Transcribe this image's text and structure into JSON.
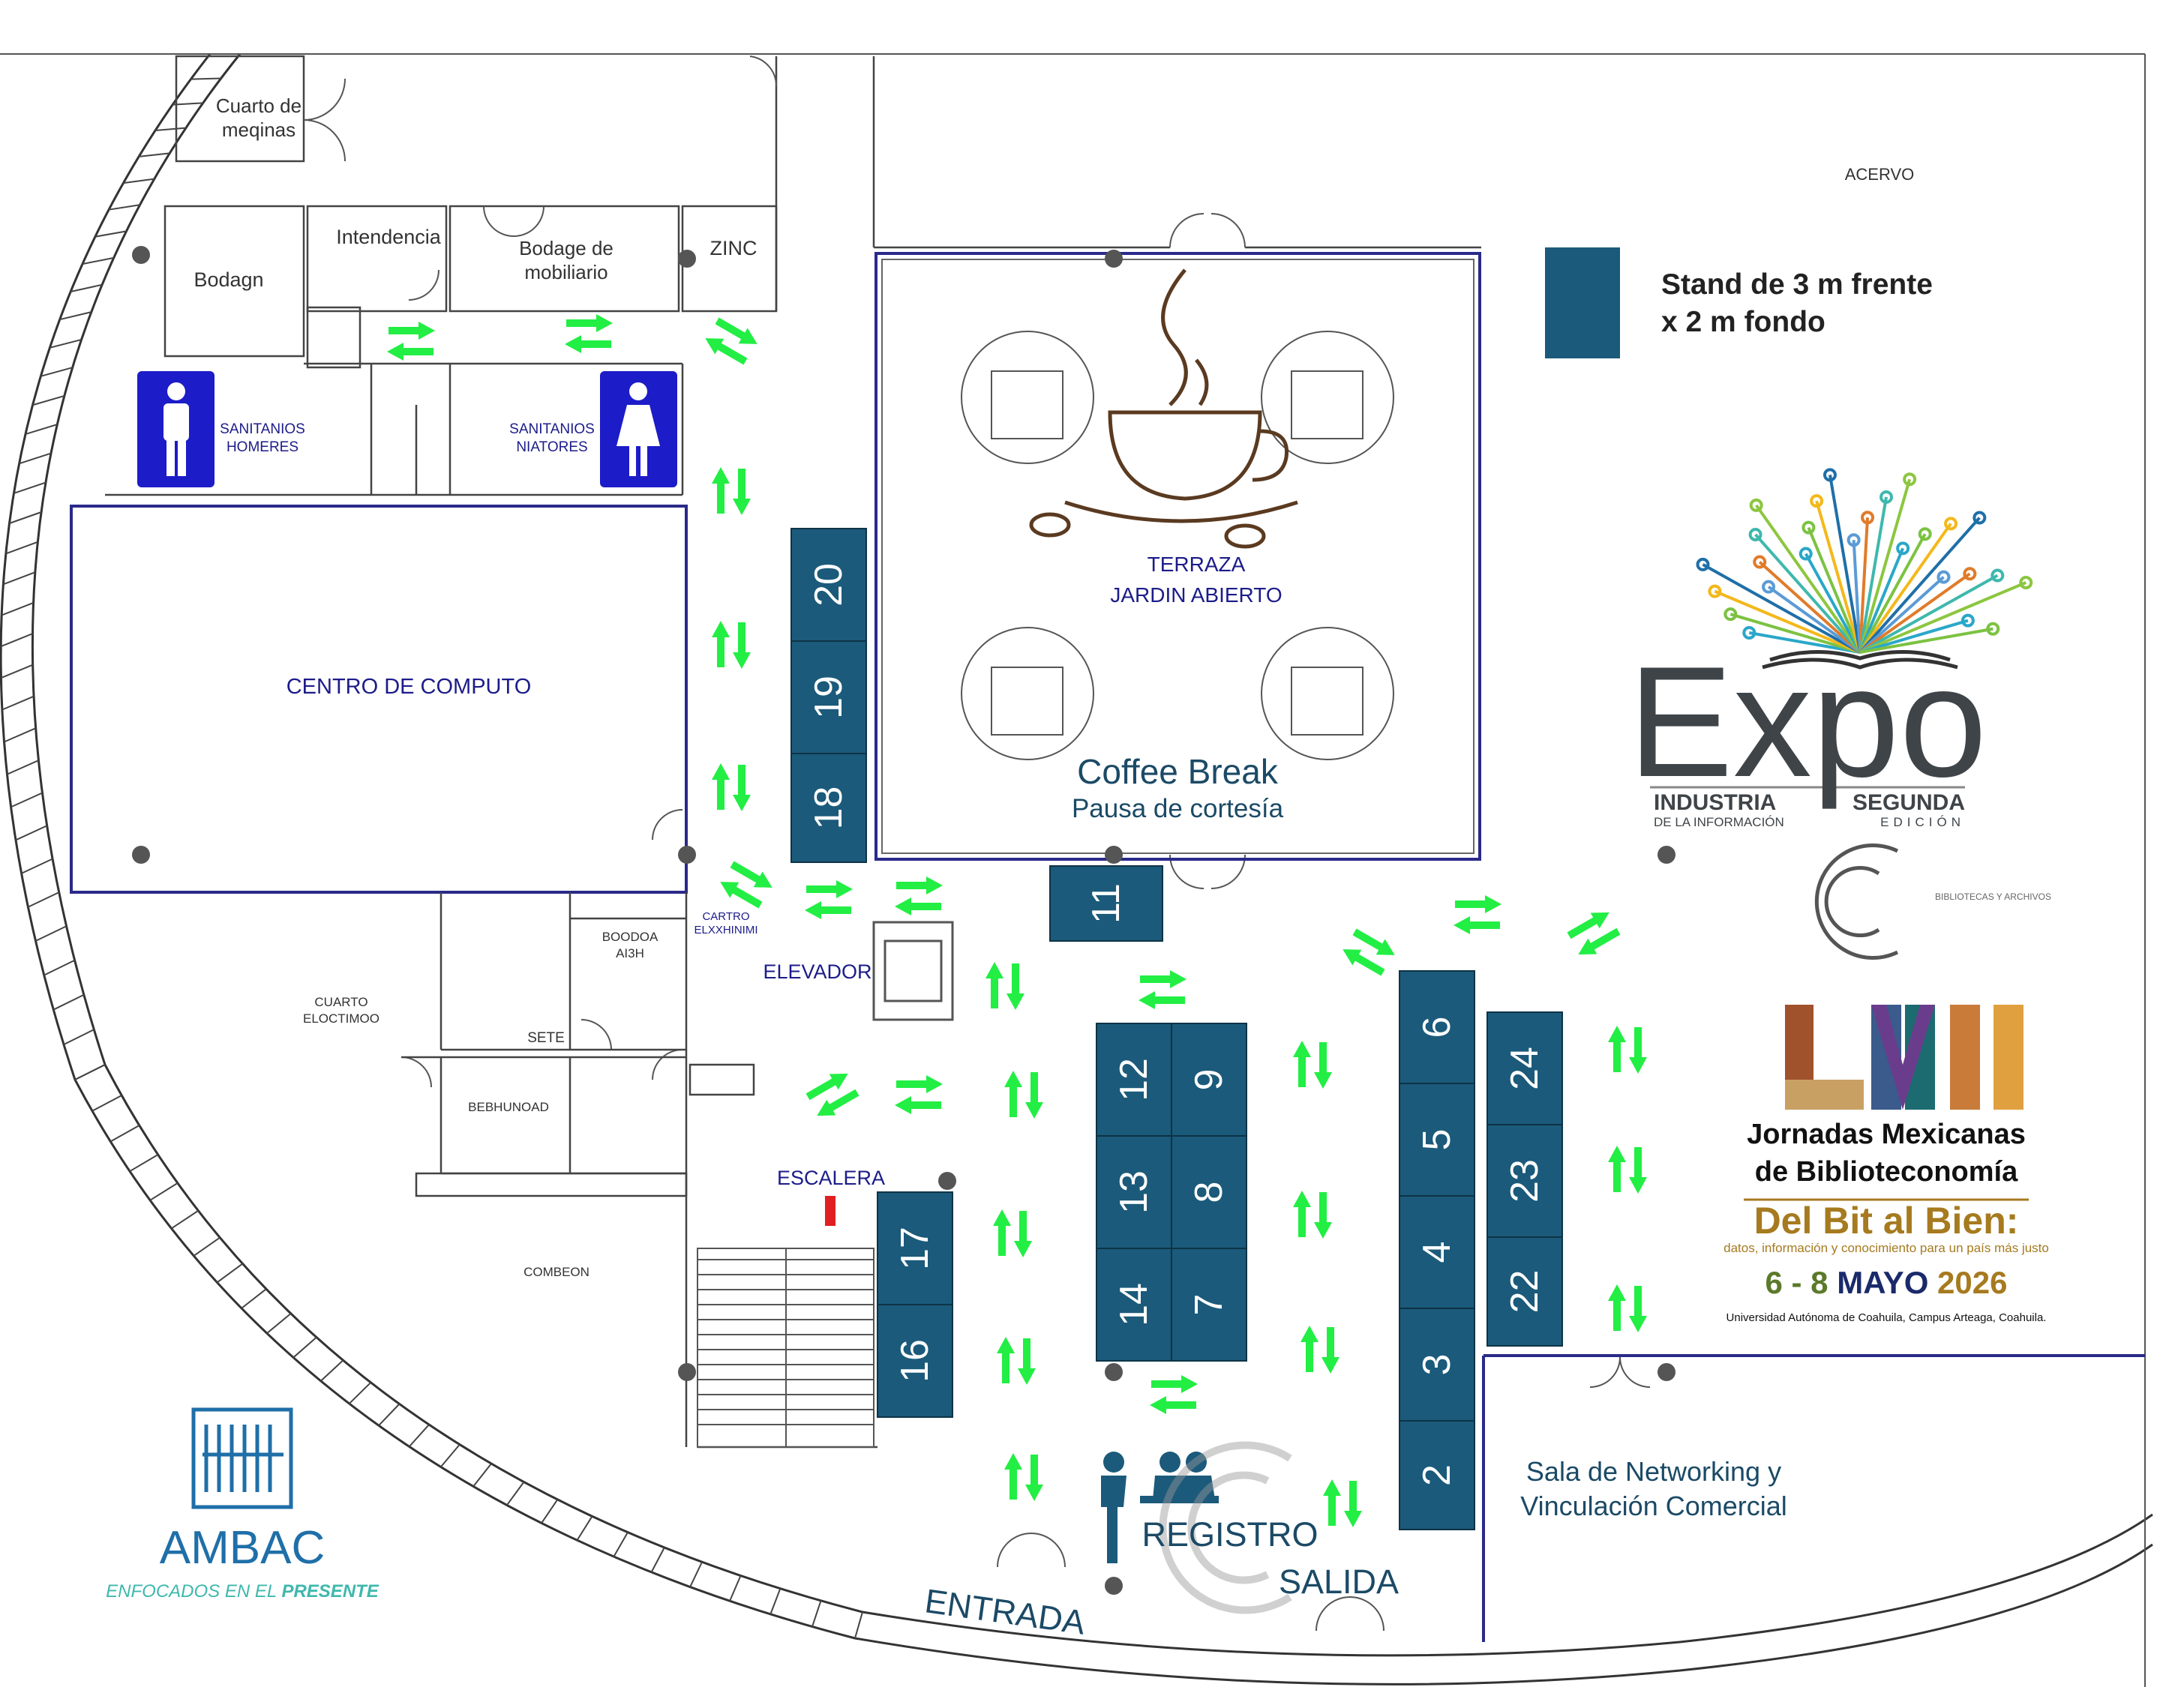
{
  "rooms": {
    "cuarto_maquinas": "Cuarto de meqinas",
    "intendencia": "Intendencia",
    "bodega_mobiliario": "Bodage de mobiliario",
    "zinc": "ZINC",
    "bodega": "Bodagn",
    "sanitarios_hombres": "SANITANIOS HOMERES",
    "sanitarios_mujeres": "SANITANIOS NIATORES",
    "centro_computo": "CENTRO DE COMPUTO",
    "cuarto_electrico": "CUARTO ELOCTIMOO",
    "bodega_aseo": "BOODOA AI3H",
    "site": "SETE",
    "bebedero": "BEBHUNOAD",
    "combeon": "COMBEON",
    "centro_small": "CARTRO ELXXHINIMI",
    "elevador": "ELEVADOR",
    "escalera": "ESCALERA",
    "acervo": "ACERVO",
    "terraza": "TERRAZA",
    "jardin": "JARDIN ABIERTO",
    "coffee_title": "Coffee Break",
    "coffee_sub": "Pausa de cortesía",
    "networking": "Sala de Networking y Vinculación Comercial",
    "registro": "REGISTRO",
    "entrada": "ENTRADA",
    "salida": "SALIDA"
  },
  "legend": {
    "text": "Stand de 3 m frente x 2 m fondo",
    "color": "#1b5a7a"
  },
  "stands": [
    "2",
    "3",
    "4",
    "5",
    "6",
    "7",
    "8",
    "9",
    "11",
    "12",
    "13",
    "14",
    "16",
    "17",
    "18",
    "19",
    "20",
    "22",
    "23",
    "24"
  ],
  "colors": {
    "stand": "#1b5a7a",
    "arrow": "#22ee44",
    "wall": "#333333",
    "room_blue": "#2a2a8a",
    "restroom": "#1c1cc8",
    "dark_text": "#1b4a66",
    "expo_gray": "#3f4448",
    "ambac_blue": "#1f6fa8",
    "teal": "#3fb8ad",
    "gold": "#a67a1f",
    "brown": "#5a3a20"
  },
  "expo": {
    "title": "Expo",
    "industria": "INDUSTRIA",
    "informacion": "DE LA INFORMACIÓN",
    "segunda": "SEGUNDA",
    "edicion": "EDICIÓN",
    "small_logo_text": "BIBLIOTECAS Y ARCHIVOS"
  },
  "jornadas": {
    "numeral": "LVII",
    "line1": "Jornadas Mexicanas",
    "line2": "de Biblioteconomía",
    "slogan": "Del Bit al Bien:",
    "tagline": "datos, información y conocimiento para un país más justo",
    "dates_prefix": "6 - 8",
    "dates_month": "MAYO",
    "dates_year": "2026",
    "venue": "Universidad Autónoma de Coahuila, Campus Arteaga, Coahuila."
  },
  "ambac": {
    "name": "AMBAC",
    "slogan_a": "ENFOCADOS EN EL ",
    "slogan_b": "PRESENTE"
  }
}
